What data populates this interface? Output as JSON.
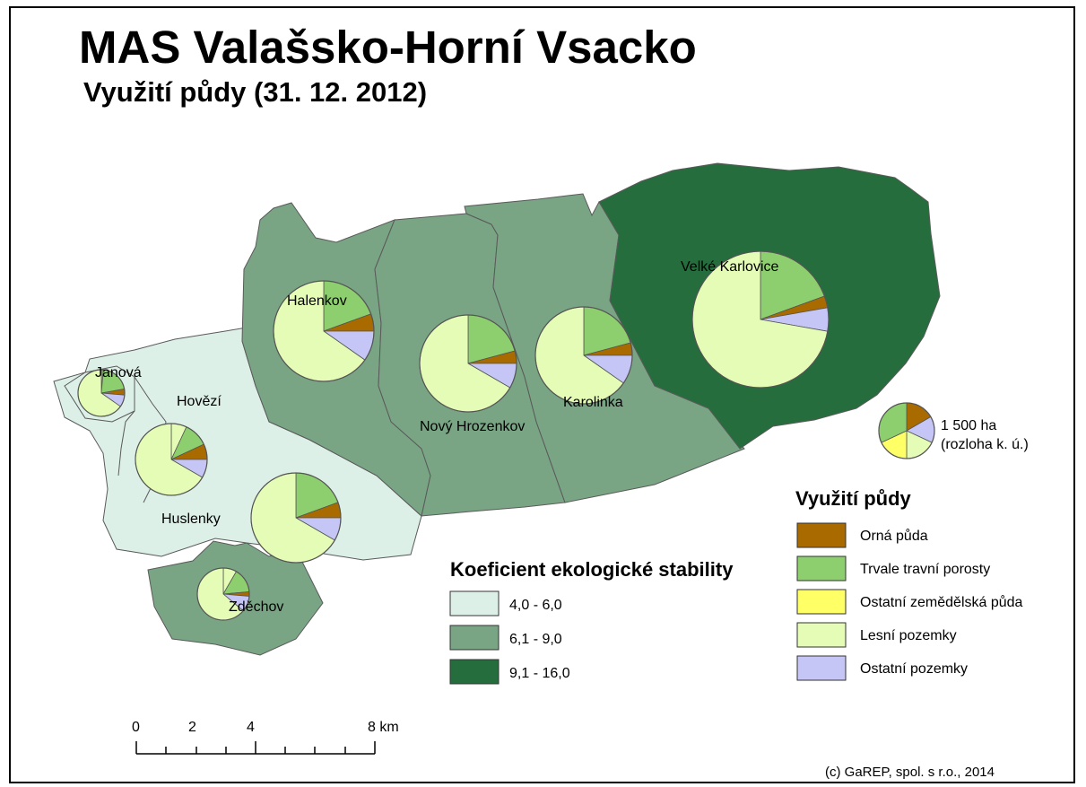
{
  "title": "MAS Valašsko-Horní Vsacko",
  "subtitle": "Využití půdy (31. 12. 2012)",
  "municipalities": [
    {
      "name": "Janová",
      "stability_class": 0
    },
    {
      "name": "Hovězí",
      "stability_class": 0
    },
    {
      "name": "Huslenky",
      "stability_class": 0
    },
    {
      "name": "Halenkov",
      "stability_class": 1
    },
    {
      "name": "Nový Hrozenkov",
      "stability_class": 1
    },
    {
      "name": "Karolinka",
      "stability_class": 1
    },
    {
      "name": "Zděchov",
      "stability_class": 1
    },
    {
      "name": "Velké Karlovice",
      "stability_class": 2
    }
  ],
  "stability_legend": {
    "title": "Koeficient ekologické stability",
    "classes": [
      {
        "label": "4,0 - 6,0",
        "color": "#dcf0e8"
      },
      {
        "label": "6,1 - 9,0",
        "color": "#79a584"
      },
      {
        "label": "9,1 - 16,0",
        "color": "#256d3c"
      }
    ]
  },
  "land_use_legend": {
    "title": "Využití půdy",
    "items": [
      {
        "label": "Orná půda",
        "color": "#a96b00"
      },
      {
        "label": "Trvale travní porosty",
        "color": "#8dcf6e"
      },
      {
        "label": "Ostatní zemědělská půda",
        "color": "#ffff66"
      },
      {
        "label": "Lesní pozemky",
        "color": "#e5fcb6"
      },
      {
        "label": "Ostatní pozemky",
        "color": "#c6c6f6"
      }
    ]
  },
  "size_legend": {
    "line1": "1 500 ha",
    "line2": "(rozloha k. ú.)"
  },
  "scale_bar": {
    "labels": [
      "0",
      "2",
      "4",
      "8 km"
    ]
  },
  "copyright": "(c) GaREP, spol. s r.o., 2014"
}
